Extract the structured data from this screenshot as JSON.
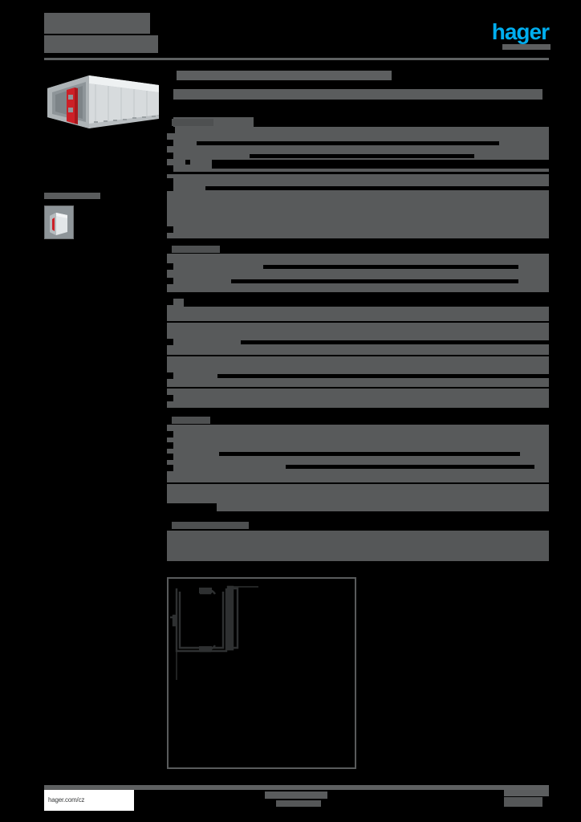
{
  "document": {
    "kind": "product-datasheet-page",
    "page_background": "#000000",
    "redaction_color": "#585a5b",
    "redacted": true
  },
  "header": {
    "brand_name": "hager",
    "brand_color": "#00aeef",
    "title_line_1": "",
    "title_line_2": "",
    "rule_color": "#5e6061"
  },
  "left_column": {
    "product_image": {
      "name": "cable-trunking-product-photo",
      "body_color": "#c9ced1",
      "face_color": "#dfe3e5",
      "inner_color": "#9aa0a3",
      "accent_color": "#cc2027"
    },
    "thumbnail_caption": "",
    "thumbnail": {
      "name": "cable-trunking-thumbnail",
      "body_color": "#dfe3e5",
      "accent_color": "#cc2027"
    }
  },
  "main": {
    "doc_title": "",
    "doc_subtitle": "",
    "sections": [
      {
        "heading": "",
        "rows": [
          {
            "label": "",
            "value": ""
          },
          {
            "label": "",
            "value": ""
          },
          {
            "label": "",
            "value": ""
          },
          {
            "label": "",
            "value": ""
          },
          {
            "label": "",
            "value": ""
          },
          {
            "label": "",
            "value": ""
          }
        ]
      },
      {
        "heading": "",
        "rows": [
          {
            "label": "",
            "value": ""
          },
          {
            "label": "",
            "value": ""
          },
          {
            "label": "",
            "value": ""
          },
          {
            "label": "",
            "value": ""
          },
          {
            "label": "",
            "value": ""
          },
          {
            "label": "",
            "value": ""
          }
        ]
      },
      {
        "heading": "",
        "rows": [
          {
            "label": "",
            "value": ""
          },
          {
            "label": "",
            "value": ""
          },
          {
            "label": "",
            "value": ""
          },
          {
            "label": "",
            "value": ""
          },
          {
            "label": "",
            "value": ""
          }
        ]
      }
    ],
    "highlight_band": {
      "heading": "",
      "text": ""
    },
    "drawing": {
      "caption": "",
      "name": "trunking-cross-section-drawing",
      "line_color": "#2c2e2f",
      "border_color": "#595b5c"
    }
  },
  "footer": {
    "url": "hager.com/cz",
    "center_line_1": "",
    "center_line_2": "",
    "right_line_1": "",
    "right_line_2": ""
  }
}
